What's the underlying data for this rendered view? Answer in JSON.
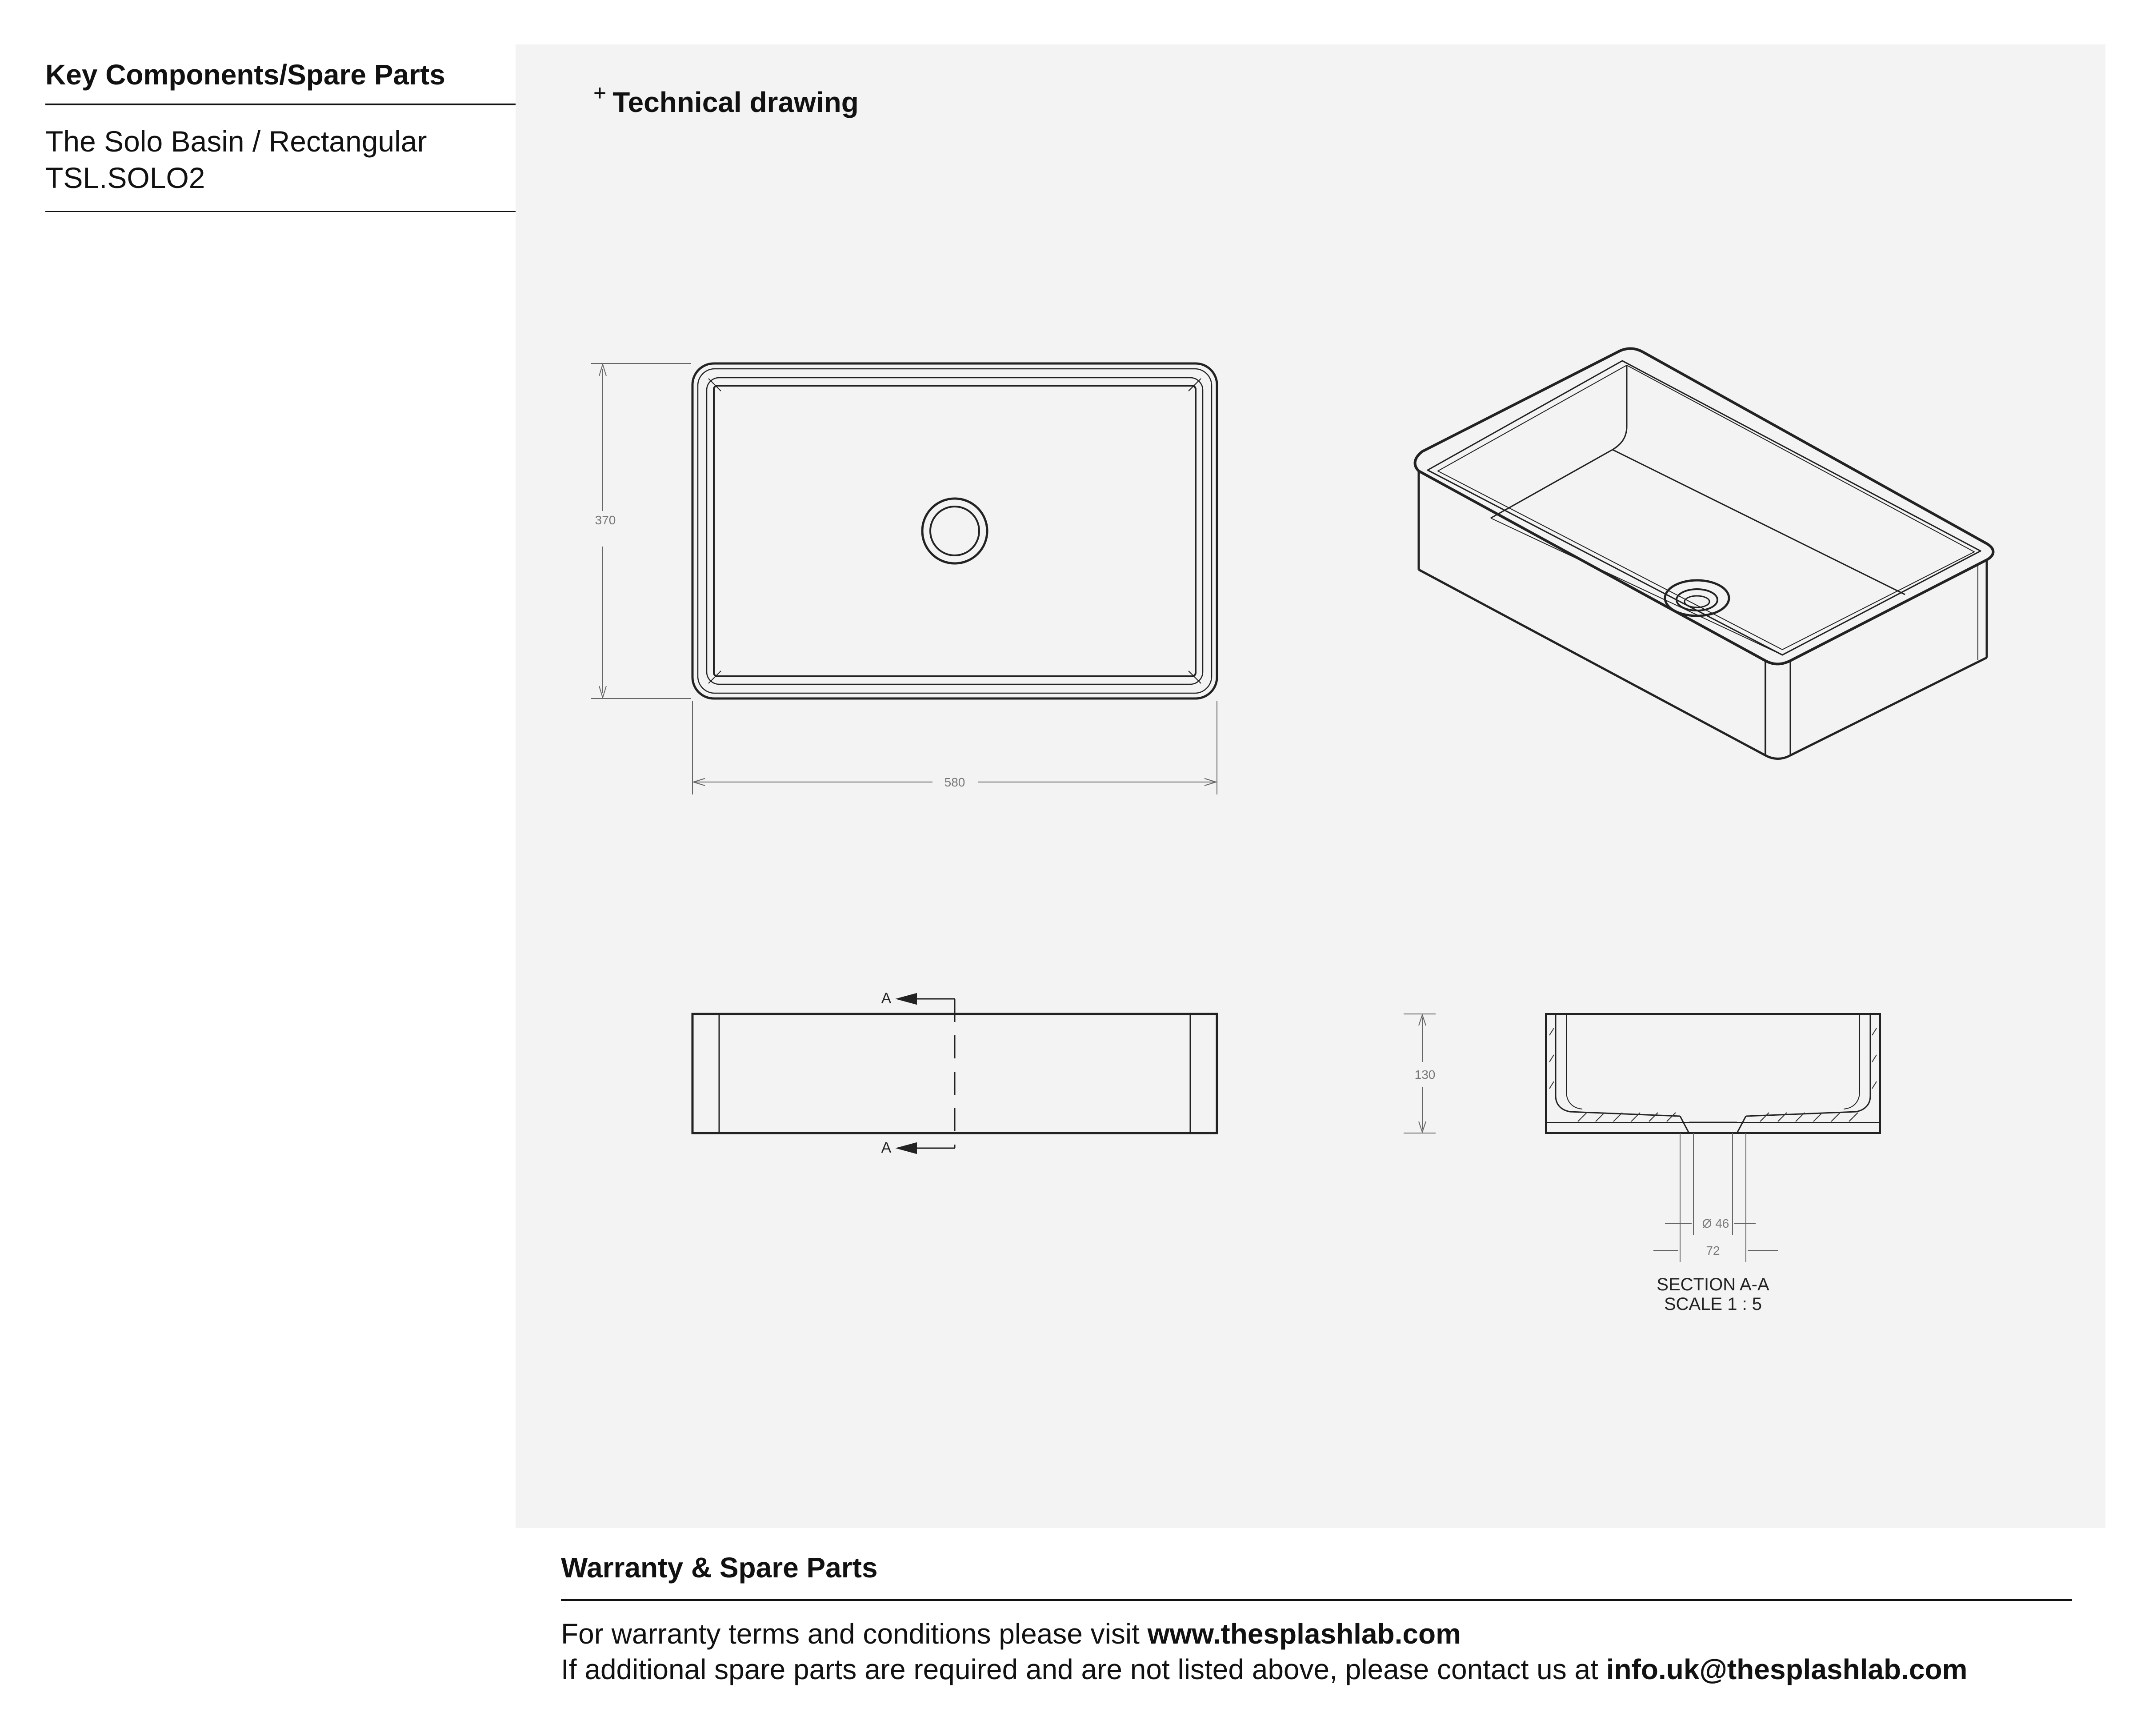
{
  "sidebar": {
    "heading": "Key Components/Spare Parts",
    "product_name": "The Solo Basin / Rectangular",
    "product_code": "TSL.SOLO2"
  },
  "panel": {
    "plus_glyph": "+",
    "title": "Technical drawing"
  },
  "drawing": {
    "dim_depth": "370",
    "dim_width": "580",
    "dim_height": "130",
    "dim_waste_diameter": "Ø 46",
    "dim_waste_outer": "72",
    "section_marker": "A",
    "section_label": "SECTION A-A",
    "scale_label": "SCALE 1 : 5"
  },
  "footer": {
    "heading": "Warranty & Spare Parts",
    "warranty_text": "For warranty terms and conditions please visit ",
    "warranty_link": "www.thesplashlab.com",
    "spares_text": "If additional spare parts are required and are not listed above, please contact us at ",
    "spares_email": "info.uk@thesplashlab.com"
  }
}
